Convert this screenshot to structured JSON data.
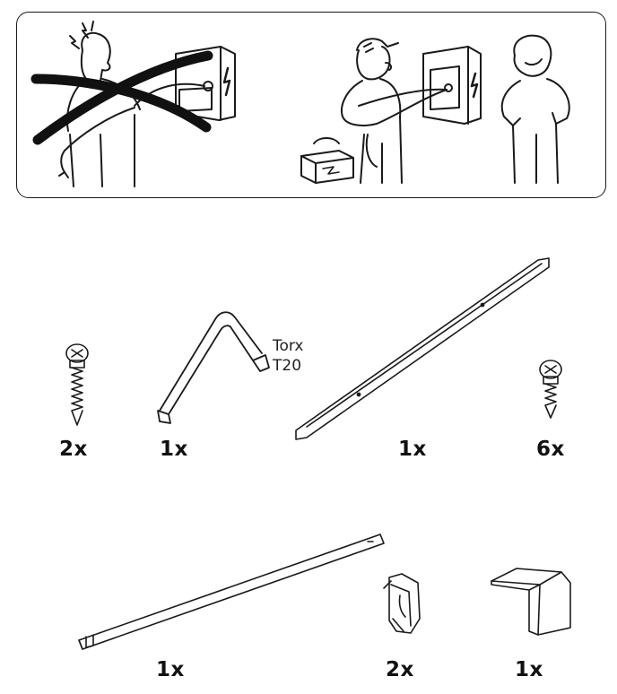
{
  "warning": {
    "wrong_scene": "forbidden-self-wiring-illustration",
    "right_scene": "electrician-installing-illustration"
  },
  "parts_row1": [
    {
      "name": "wood-screw-long",
      "qty": "2x"
    },
    {
      "name": "torx-key",
      "qty": "1x",
      "label_line1": "Torx",
      "label_line2": "T20"
    },
    {
      "name": "mounting-rail",
      "qty": "1x"
    },
    {
      "name": "wood-screw-short",
      "qty": "6x"
    }
  ],
  "parts_row2": [
    {
      "name": "long-bar",
      "qty": "1x"
    },
    {
      "name": "clip-bracket",
      "qty": "2x"
    },
    {
      "name": "corner-bracket",
      "qty": "1x"
    }
  ],
  "colors": {
    "line": "#1a1a1a",
    "background": "#ffffff"
  }
}
